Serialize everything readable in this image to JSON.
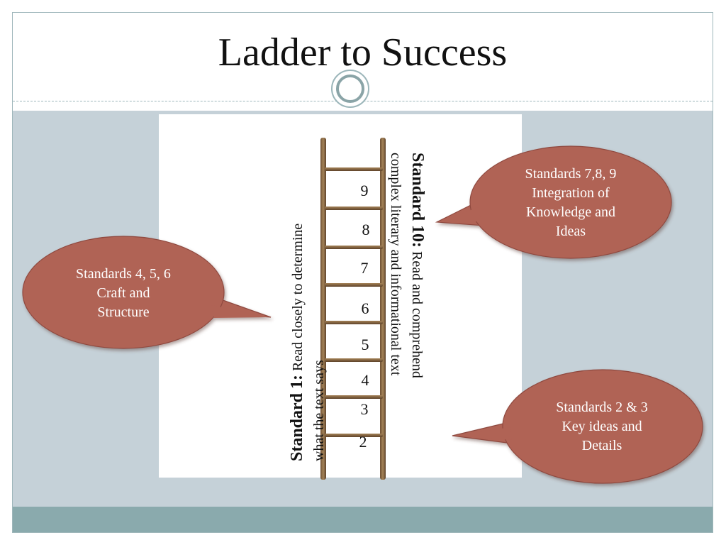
{
  "slide": {
    "title": "Ladder to Success"
  },
  "ladder": {
    "rung_numbers": [
      "9",
      "8",
      "7",
      "6",
      "5",
      "4",
      "3",
      "2"
    ],
    "standard1": {
      "label": "Standard 1",
      "colon": ":",
      "text_line1": " Read closely to determine",
      "text_line2": "what the text says"
    },
    "standard10": {
      "label": "Standard 10:",
      "text_line1": " Read and comprehend",
      "text_line2": "complex literary and informational text"
    }
  },
  "callouts": {
    "left": "Standards 4, 5, 6\nCraft and\nStructure",
    "top_right": "Standards 7,8, 9\nIntegration of\nKnowledge and\nIdeas",
    "bottom_right": "Standards  2 &  3\nKey ideas and\nDetails"
  },
  "colors": {
    "bubble_fill": "#b06355",
    "bubble_stroke": "#8f4a3f",
    "content_background": "#c5d1d8",
    "footer_band": "#8aaaad",
    "ladder_wood": "#8b6a45"
  }
}
